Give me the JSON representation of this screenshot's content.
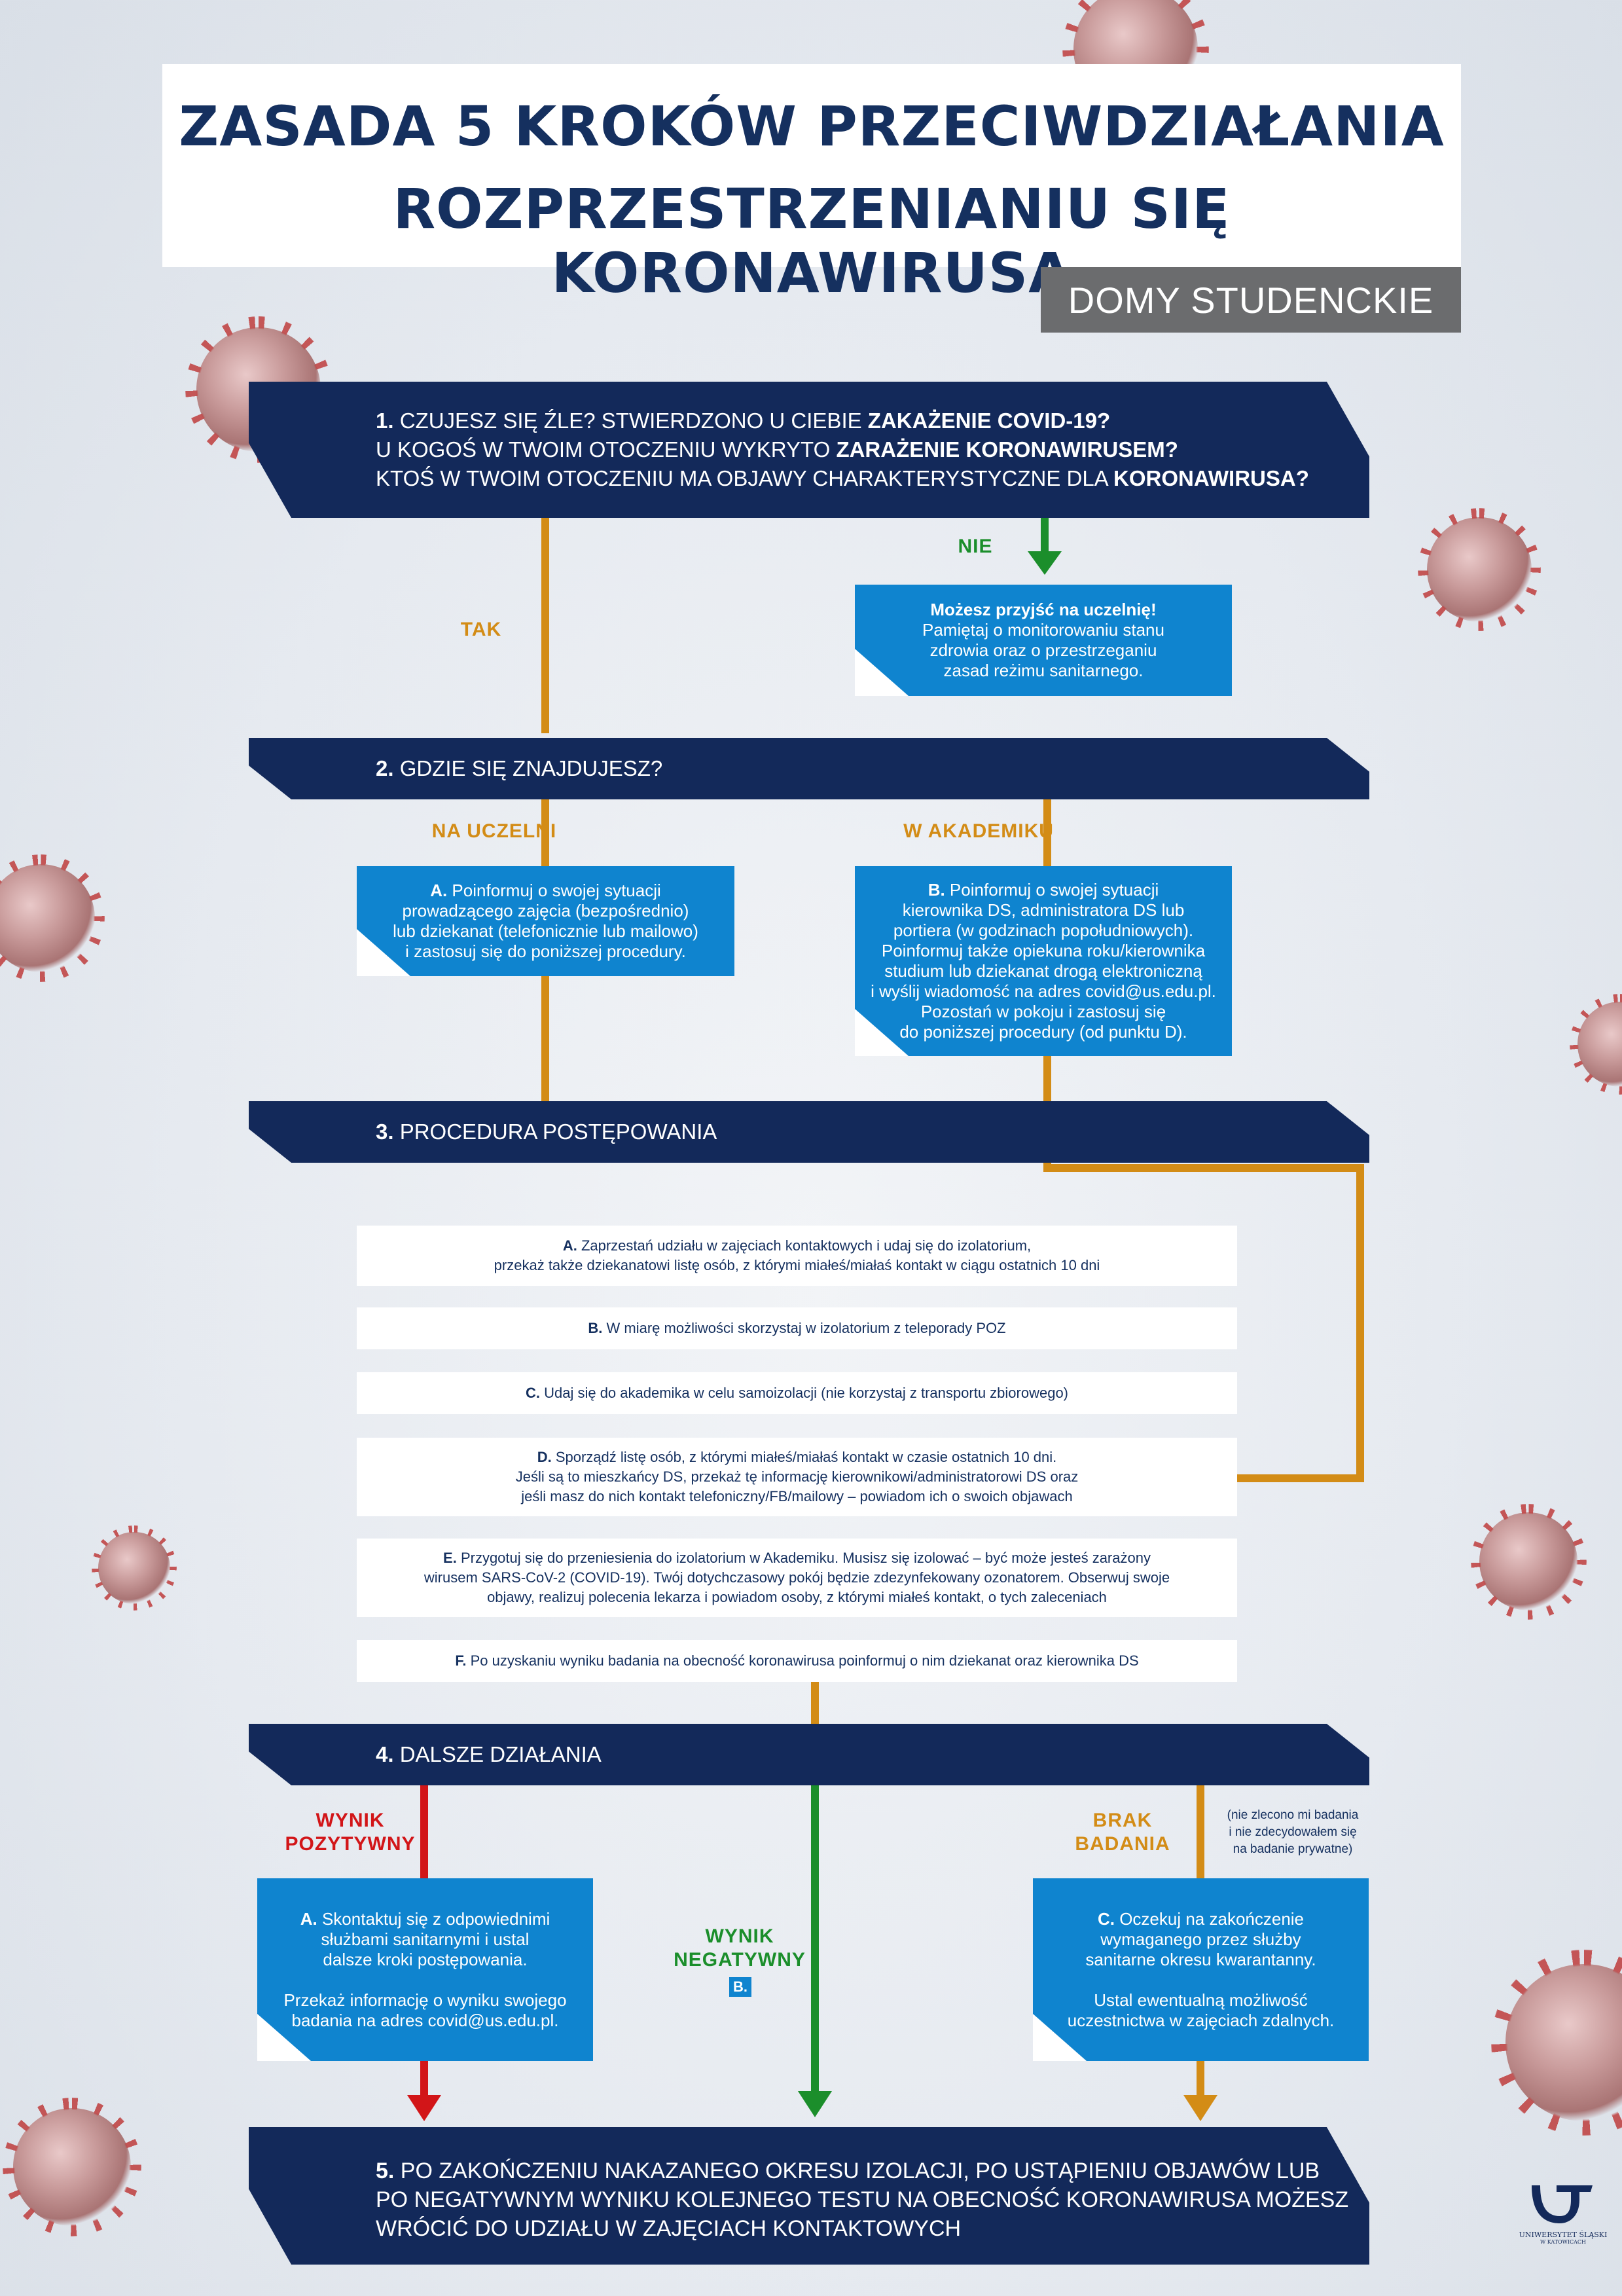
{
  "title": {
    "line1": "ZASADA 5 KROKÓW PRZECIWDZIAŁANIA",
    "line2": "ROZPRZESTRZENIANIU SIĘ KORONAWIRUSA",
    "subtitle": "DOMY STUDENCKIE"
  },
  "step1": {
    "number": "1.",
    "line1_a": " CZUJESZ SIĘ ŹLE? STWIERDZONO U CIEBIE ",
    "line1_b": "ZAKAŻENIE COVID-19?",
    "line2_a": "U KOGOŚ W TWOIM OTOCZENIU WYKRYTO ",
    "line2_b": "ZARAŻENIE KORONAWIRUSEM?",
    "line3_a": "KTOŚ W TWOIM OTOCZENIU MA OBJAWY CHARAKTERYSTYCZNE DLA ",
    "line3_b": "KORONAWIRUSA?",
    "label_yes": "TAK",
    "label_no": "NIE",
    "no_box": {
      "line1": "Możesz przyjść na uczelnię!",
      "line2": "Pamiętaj o monitorowaniu stanu",
      "line3": "zdrowia oraz o przestrzeganiu",
      "line4": "zasad reżimu sanitarnego."
    }
  },
  "step2": {
    "number": "2.",
    "text": " GDZIE SIĘ ZNAJDUJESZ?",
    "label_left": "NA UCZELNI",
    "label_right": "W AKADEMIKU",
    "box_a": {
      "letter": "A.",
      "line1": " Poinformuj o swojej sytuacji",
      "line2": "prowadzącego zajęcia (bezpośrednio)",
      "line3": "lub dziekanat (telefonicznie lub mailowo)",
      "line4": "i zastosuj się do poniższej procedury."
    },
    "box_b": {
      "letter": "B.",
      "line1": " Poinformuj o swojej sytuacji",
      "line2": "kierownika DS, administratora DS lub",
      "line3": "portiera (w godzinach popołudniowych).",
      "line4": "Poinformuj także opiekuna roku/kierownika",
      "line5": "studium lub dziekanat drogą elektroniczną",
      "line6": "i wyślij wiadomość na adres covid@us.edu.pl.",
      "line7": "Pozostań w pokoju i zastosuj się",
      "line8": "do poniższej procedury (od punktu D)."
    }
  },
  "step3": {
    "number": "3.",
    "text": " PROCEDURA POSTĘPOWANIA",
    "items": [
      {
        "letter": "A.",
        "lines": [
          " Zaprzestań udziału w zajęciach kontaktowych i udaj się do izolatorium,",
          "przekaż także dziekanatowi listę osób, z którymi miałeś/miałaś kontakt w ciągu ostatnich 10 dni"
        ]
      },
      {
        "letter": "B.",
        "lines": [
          " W miarę możliwości skorzystaj w izolatorium z teleporady POZ"
        ]
      },
      {
        "letter": "C.",
        "lines": [
          " Udaj się do akademika w celu samoizolacji (nie korzystaj z transportu zbiorowego)"
        ]
      },
      {
        "letter": "D.",
        "lines": [
          " Sporządź listę osób, z którymi miałeś/miałaś kontakt w czasie ostatnich 10 dni.",
          "Jeśli są to mieszkańcy DS, przekaż tę informację kierownikowi/administratorowi DS oraz",
          "jeśli masz do nich kontakt telefoniczny/FB/mailowy – powiadom ich o swoich objawach"
        ]
      },
      {
        "letter": "E.",
        "lines": [
          " Przygotuj się do przeniesienia do izolatorium w Akademiku. Musisz się izolować – być może jesteś zarażony",
          "wirusem SARS-CoV-2 (COVID-19). Twój dotychczasowy pokój będzie zdezynfekowany ozonatorem. Obserwuj swoje",
          "objawy, realizuj polecenia lekarza i powiadom osoby, z którymi miałeś kontakt, o tych zaleceniach"
        ]
      },
      {
        "letter": "F.",
        "lines": [
          " Po uzyskaniu wyniku badania na obecność koronawirusa poinformuj o nim dziekanat oraz kierownika DS"
        ]
      }
    ]
  },
  "step4": {
    "number": "4.",
    "text": " DALSZE DZIAŁANIA",
    "label_positive_1": "WYNIK",
    "label_positive_2": "POZYTYWNY",
    "label_negative_1": "WYNIK",
    "label_negative_2": "NEGATYWNY",
    "label_negative_badge": "B.",
    "label_none_1": "BRAK",
    "label_none_2": "BADANIA",
    "note_1": "(nie zlecono mi badania",
    "note_2": "i nie zdecydowałem się",
    "note_3": "na badanie prywatne)",
    "box_a": {
      "letter": "A.",
      "line1": " Skontaktuj się z odpowiednimi",
      "line2": "służbami sanitarnymi i ustal",
      "line3": "dalsze kroki postępowania.",
      "line4": "Przekaż informację o wyniku swojego",
      "line5": "badania na adres covid@us.edu.pl."
    },
    "box_c": {
      "letter": "C.",
      "line1": " Oczekuj na zakończenie",
      "line2": "wymaganego przez służby",
      "line3": "sanitarne okresu kwarantanny.",
      "line4": "Ustal ewentualną możliwość",
      "line5": "uczestnictwa w zajęciach zdalnych."
    }
  },
  "step5": {
    "number": "5.",
    "line1": " PO ZAKOŃCZENIU NAKAZANEGO OKRESU IZOLACJI, PO USTĄPIENIU OBJAWÓW LUB",
    "line2": "PO NEGATYWNYM WYNIKU KOLEJNEGO TESTU NA OBECNOŚĆ KORONAWIRUSA MOŻESZ",
    "line3": "WRÓCIĆ DO UDZIAŁU W ZAJĘCIACH KONTAKTOWYCH"
  },
  "logo": {
    "line1": "UNIWERSYTET ŚLĄSKI",
    "line2": "W KATOWICACH"
  },
  "colors": {
    "navy": "#13295a",
    "blue": "#0f84cf",
    "orange": "#d38c16",
    "green": "#1b8e2b",
    "red": "#d21518",
    "gray": "#6b6c6e"
  }
}
